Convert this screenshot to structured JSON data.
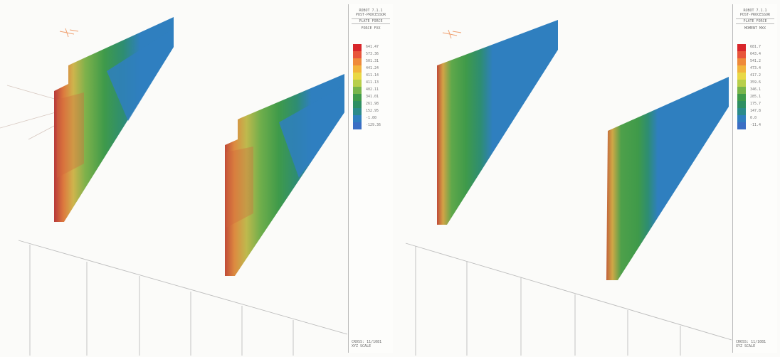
{
  "panels": [
    {
      "id": "left",
      "legend": {
        "line1": "ROBOT 7.1.1",
        "line2": "POST-PROCESSOR",
        "title": "PLATE FORCE",
        "subtitle": "FORCE FXX",
        "values": [
          "641.47",
          "573.36",
          "501.31",
          "441.24",
          "411.14",
          "411.13",
          "402.11",
          "341.01",
          "261.98",
          "152.95",
          "-1.00",
          "-129.36"
        ],
        "footer1": "CROSS: 11/1081",
        "footer2": "XYZ SCALE"
      }
    },
    {
      "id": "right",
      "legend": {
        "line1": "ROBOT 7.1.1",
        "line2": "POST-PROCESSOR",
        "title": "PLATE FORCE",
        "subtitle": "MOMENT MXX",
        "values": [
          "681.7",
          "643.4",
          "541.2",
          "473.4",
          "417.2",
          "359.6",
          "346.1",
          "285.1",
          "175.7",
          "147.8",
          "0.0",
          "-11.4"
        ],
        "footer1": "CROSS: 11/1081",
        "footer2": "XYZ SCALE"
      }
    }
  ],
  "colors": {
    "scale": [
      "#d8262a",
      "#e8553a",
      "#ef8a3a",
      "#f2b43c",
      "#e9d845",
      "#b8cf4a",
      "#78b54a",
      "#3f9a4a",
      "#2e8f62",
      "#2b8b8a",
      "#2f7fbf",
      "#3a6ec4"
    ],
    "blue": "#2f7fbf",
    "green": "#3f9a4a",
    "red": "#c0392b"
  }
}
